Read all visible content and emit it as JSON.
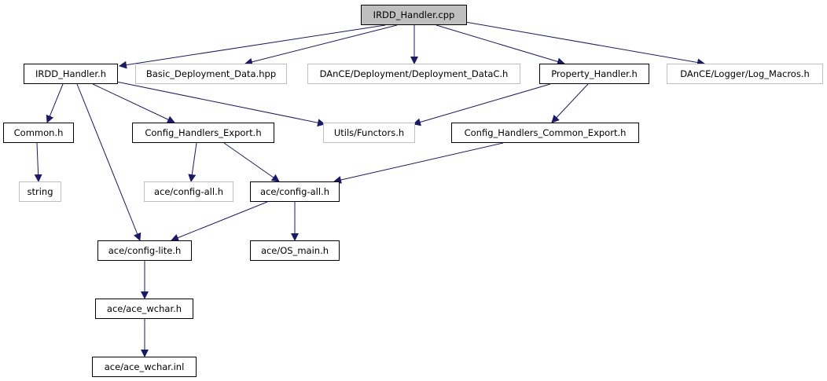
{
  "nodes": {
    "root": "IRDD_Handler.cpp",
    "irdd_handler_h": "IRDD_Handler.h",
    "basic_deployment_data": "Basic_Deployment_Data.hpp",
    "deployment_datac": "DAnCE/Deployment/Deployment_DataC.h",
    "property_handler": "Property_Handler.h",
    "log_macros": "DAnCE/Logger/Log_Macros.h",
    "common": "Common.h",
    "config_handlers_export": "Config_Handlers_Export.h",
    "functors": "Utils/Functors.h",
    "config_handlers_common_export": "Config_Handlers_Common_Export.h",
    "string": "string",
    "config_all_external": "ace/config-all.h",
    "config_all": "ace/config-all.h",
    "config_lite": "ace/config-lite.h",
    "os_main": "ace/OS_main.h",
    "ace_wchar": "ace/ace_wchar.h",
    "ace_wchar_inl": "ace/ace_wchar.inl"
  },
  "colors": {
    "edge": "#191970",
    "node_border": "#000000",
    "external_border": "#bfbfbf",
    "root_fill": "#bfbfbf"
  }
}
